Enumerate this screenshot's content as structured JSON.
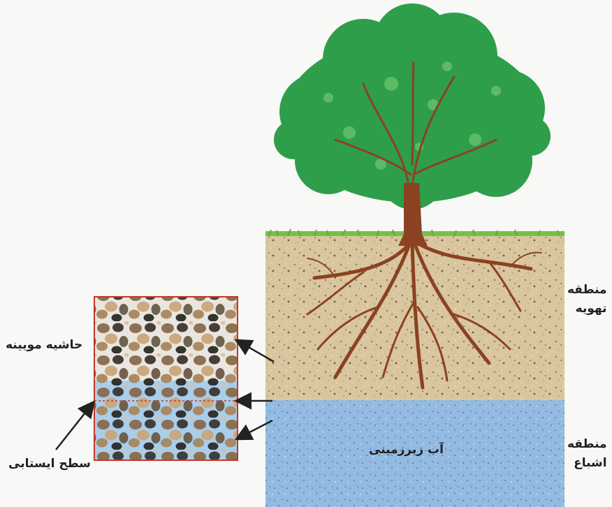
{
  "labels": {
    "aeration_zone": [
      "منطقه",
      "تهویه"
    ],
    "saturation_zone": [
      "منطقه",
      "اشباع"
    ],
    "capillary_fringe": "حاشیه مویینه",
    "water_table": "سطح ایستابی",
    "groundwater": "آب زیرزمینی"
  },
  "colors": {
    "canopy": "#2e9e4a",
    "trunk": "#8b4220",
    "soil": "#d7c29a",
    "groundwater": "#8fb8e0",
    "inset_border": "#c0392b",
    "arrow": "#222222"
  }
}
